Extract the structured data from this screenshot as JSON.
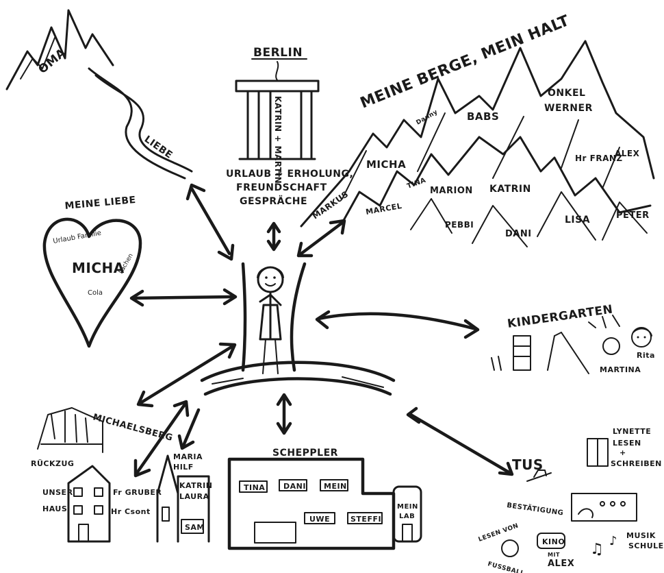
{
  "title": "MEINE BERGE, MEIN HALT",
  "mountains_right": {
    "names": [
      "MICHA",
      "BABS",
      "ONKEL WERNER",
      "Hr FRANZ",
      "ALEX",
      "MARKUS",
      "MARCEL",
      "TINA",
      "MARION",
      "KATRIN",
      "PEBBI",
      "DANI",
      "LISA",
      "PETER",
      "Danny"
    ]
  },
  "oma": {
    "label": "OMA",
    "river": "LIEBE"
  },
  "berlin": {
    "title": "BERLIN",
    "names": "KATRIN + MARTIN",
    "caption_lines": [
      "URLAUB + ERHOLUNG,",
      "FREUNDSCHAFT",
      "GESPRÄCHE"
    ]
  },
  "heart": {
    "title": "MEINE LIEBE",
    "name": "MICHA",
    "words": [
      "Urlaub Familie",
      "Cola",
      "Lachen"
    ]
  },
  "kindergarten": {
    "title": "KINDERGARTEN",
    "names": [
      "MARTINA",
      "Rita"
    ]
  },
  "michaelsberg": {
    "title": "MICHAELSBERG",
    "caption": "RÜCKZUG"
  },
  "haus": {
    "left": [
      "UNSER",
      "HAUS"
    ],
    "right": [
      "Fr GRUBER",
      "Hr Csont"
    ]
  },
  "maria_hilf": {
    "title": [
      "MARIA",
      "HILF"
    ],
    "names": [
      "KATRIN",
      "LAURA"
    ],
    "door": "SAM"
  },
  "schepler": {
    "title": "SCHEPPLER",
    "windows": [
      "TINA",
      "DANI",
      "MEIN",
      "UWE",
      "STEFFI"
    ],
    "tower": [
      "MEIN",
      "LAB"
    ]
  },
  "tus": {
    "title": "TUS",
    "caption": "BESTÄTIGUNG"
  },
  "lynette": {
    "lines": [
      "LYNETTE",
      "LESEN",
      "+",
      "SCHREIBEN"
    ]
  },
  "bottom_right": {
    "fussball_lines": [
      "LESEN VON",
      "FUSSBALL"
    ],
    "kino": "KINO",
    "alex_lines": [
      "MIT",
      "ALEX"
    ],
    "musik_lines": [
      "MUSIK",
      "SCHULE"
    ]
  }
}
